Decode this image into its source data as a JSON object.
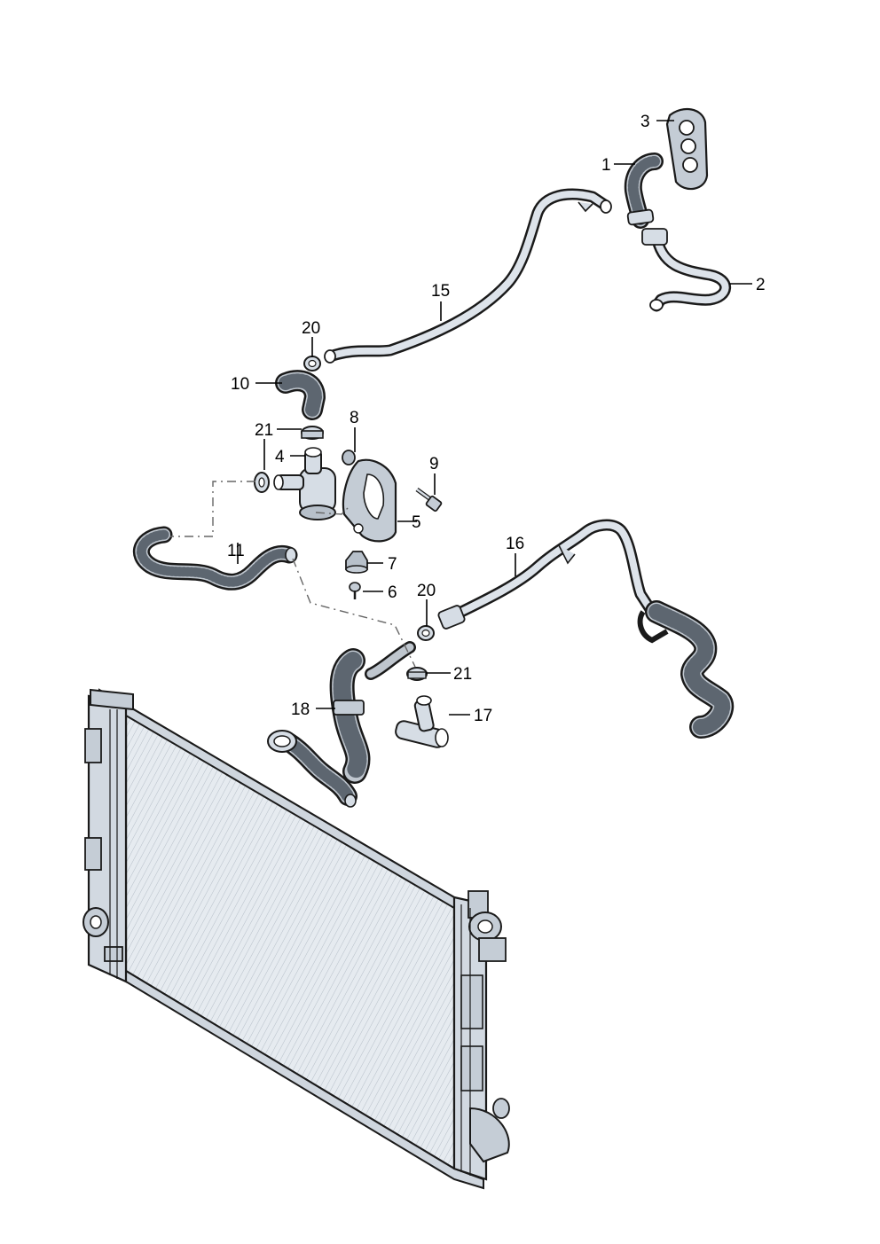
{
  "diagram": {
    "labels": {
      "l1": "1",
      "l2": "2",
      "l3": "3",
      "l4": "4",
      "l5": "5",
      "l6": "6",
      "l7": "7",
      "l8": "8",
      "l9": "9",
      "l10": "10",
      "l11": "11",
      "l15": "15",
      "l16": "16",
      "l17": "17",
      "l18": "18",
      "l20a": "20",
      "l20b": "20",
      "l21a": "21",
      "l21b": "21"
    },
    "colors": {
      "line": "#1a1a1a",
      "metal": "#d6dde5",
      "rubber": "#bfc6ce",
      "radiator": "#e3e8ee"
    }
  }
}
